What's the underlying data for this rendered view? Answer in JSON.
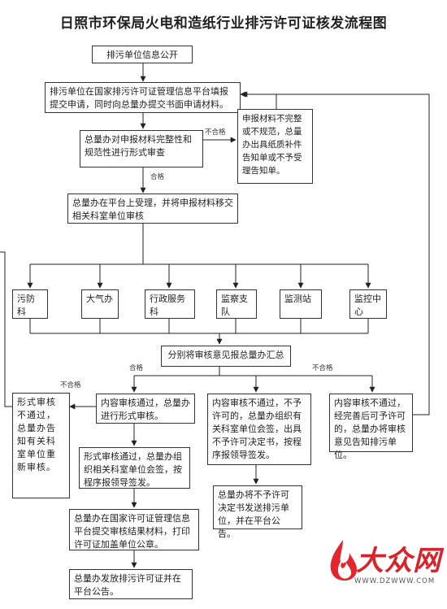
{
  "title": "日照市环保局火电和造纸行业排污许可证核发流程图",
  "nodes": {
    "publish": "排污单位信息公开",
    "apply": "排污单位在国家排污许可证管理信息平台填报提交申请，同时向总量办提交书面申请材料。",
    "review": "总量办对申报材料完整性和规范性进行形式审查",
    "incomplete": "申报材料不完整或不规范，总量办出具纸质补件告知单或不予受理告知单。",
    "accept": "总量办在平台上受理，并将申报材料移交相关科室单位审核",
    "d1": "污防科",
    "d2": "大气办",
    "d3": "行政服务科",
    "d4": "监察支队",
    "d5": "监测站",
    "d6": "监控中心",
    "summary": "分别将审核意见报总量办汇总",
    "recheck": "形式审核不通过，总量办告知有关科室单位重新审核。",
    "pass_content": "内容审核通过，总量办进行形式审核。",
    "fail_meeting": "内容审核不通过，不予许可的，总量办组织有关科室单位会签，出具不予许可决定书，按程序报领导签发。",
    "fail_return": "内容审核不通过，经完善后可予许可的，总量办将审核意见告知排污单位。",
    "form_pass": "形式审核通过，总量办组织相关科室单位会签，按程序报领导签发。",
    "deliver": "总量办将不予许可决定书发送排污单位，并在平台公告。",
    "platform": "总量办在国家许可证管理信息平台提交审核结果材料，打印许可证加盖单位公章。",
    "issue": "总量办发放排污许可证并在平台公告。"
  },
  "labels": {
    "fail1": "不合格",
    "pass1": "合格",
    "pass2": "合格",
    "fail2": "不合格",
    "fail3": "不合格"
  },
  "logo": {
    "text": "大众网",
    "url": "WWW.DZWWW.COM"
  }
}
